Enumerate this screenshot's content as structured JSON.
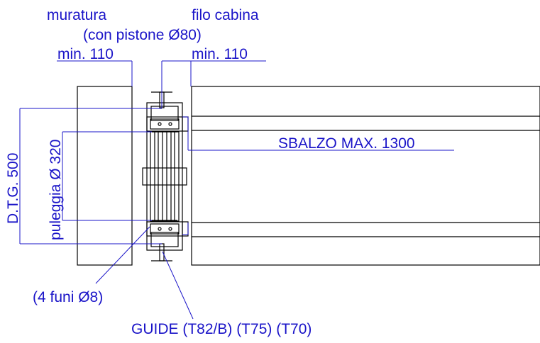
{
  "colors": {
    "annotation": "#1a14c8",
    "linework": "#000000",
    "background": "#ffffff"
  },
  "labels": {
    "muratura": "muratura",
    "filo_cabina": "filo cabina",
    "con_pistone": "(con pistone Ø80)",
    "min_left": "min. 110",
    "min_right": "min. 110",
    "sbalzo": "SBALZO MAX. 1300",
    "dtg": "D.T.G. 500",
    "puleggia": "puleggia Ø 320",
    "funi": "(4 funi Ø8)",
    "guide": "GUIDE (T82/B) (T75) (T70)"
  }
}
